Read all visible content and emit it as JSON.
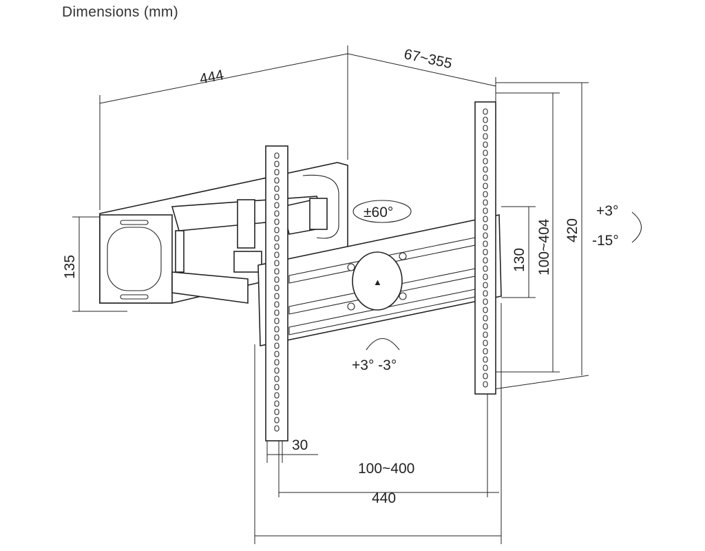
{
  "title": "Dimensions (mm)",
  "dimensions": {
    "wall_plate_width": "444",
    "extension": "67~355",
    "wall_plate_height": "135",
    "swivel": "±60°",
    "bracket_height": "130",
    "vesa_vertical": "100~404",
    "rail_height": "420",
    "tilt_up": "+3°",
    "tilt_down": "-15°",
    "rotation": "+3° -3°",
    "rail_width": "30",
    "vesa_horizontal": "100~400",
    "overall_width": "440"
  }
}
